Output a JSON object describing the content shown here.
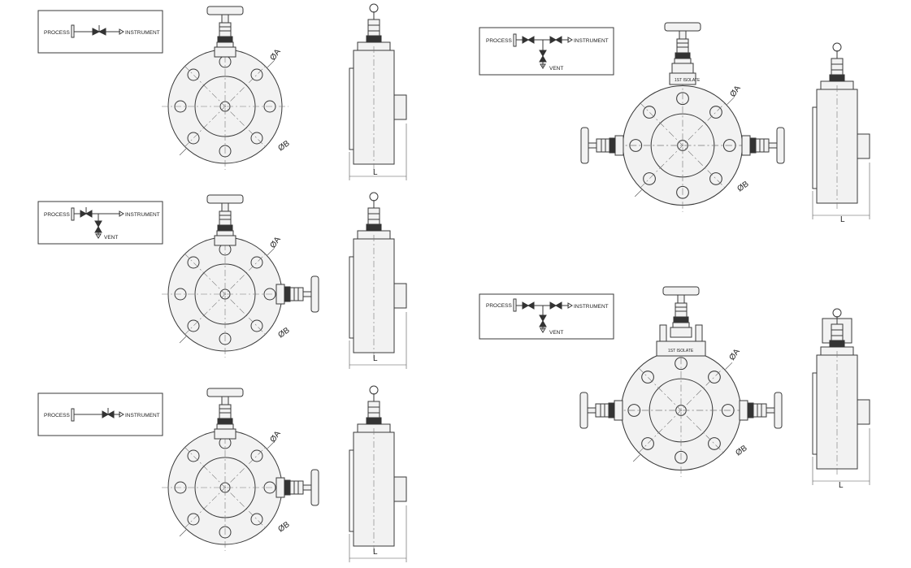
{
  "labels": {
    "process": "PROCESS",
    "instrument": "INSTRUMENT",
    "vent": "VENT",
    "dia_a": "ØA",
    "dia_b": "ØB",
    "length": "L",
    "isolate": "1ST ISOLATE"
  },
  "schematics": [
    {
      "id": "single-block",
      "has_vent": false,
      "valves_in_line": 1
    },
    {
      "id": "block-and-vent",
      "has_vent": true,
      "valves_in_line": 1
    },
    {
      "id": "single-block-alt",
      "has_vent": false,
      "valves_in_line": 1
    },
    {
      "id": "double-block-and-bleed",
      "has_vent": true,
      "valves_in_line": 2
    },
    {
      "id": "double-block-and-bleed-alt",
      "has_vent": true,
      "valves_in_line": 2
    }
  ]
}
